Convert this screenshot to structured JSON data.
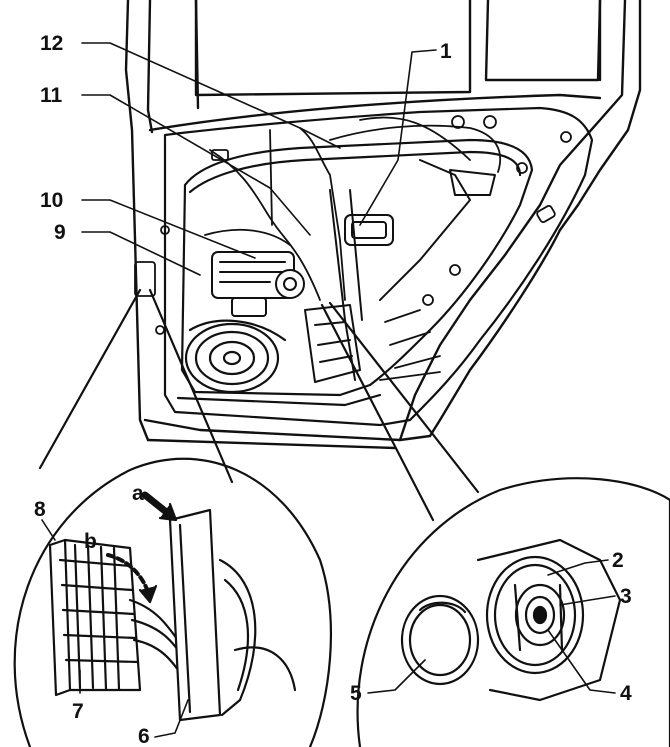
{
  "callouts": [
    {
      "id": "1",
      "text": "1"
    },
    {
      "id": "2",
      "text": "2"
    },
    {
      "id": "3",
      "text": "3"
    },
    {
      "id": "4",
      "text": "4"
    },
    {
      "id": "5",
      "text": "5"
    },
    {
      "id": "6",
      "text": "6"
    },
    {
      "id": "7",
      "text": "7"
    },
    {
      "id": "8",
      "text": "8"
    },
    {
      "id": "9",
      "text": "9"
    },
    {
      "id": "10",
      "text": "10"
    },
    {
      "id": "11",
      "text": "11"
    },
    {
      "id": "12",
      "text": "12"
    }
  ],
  "arrow_labels": {
    "a": "a",
    "b": "b"
  }
}
